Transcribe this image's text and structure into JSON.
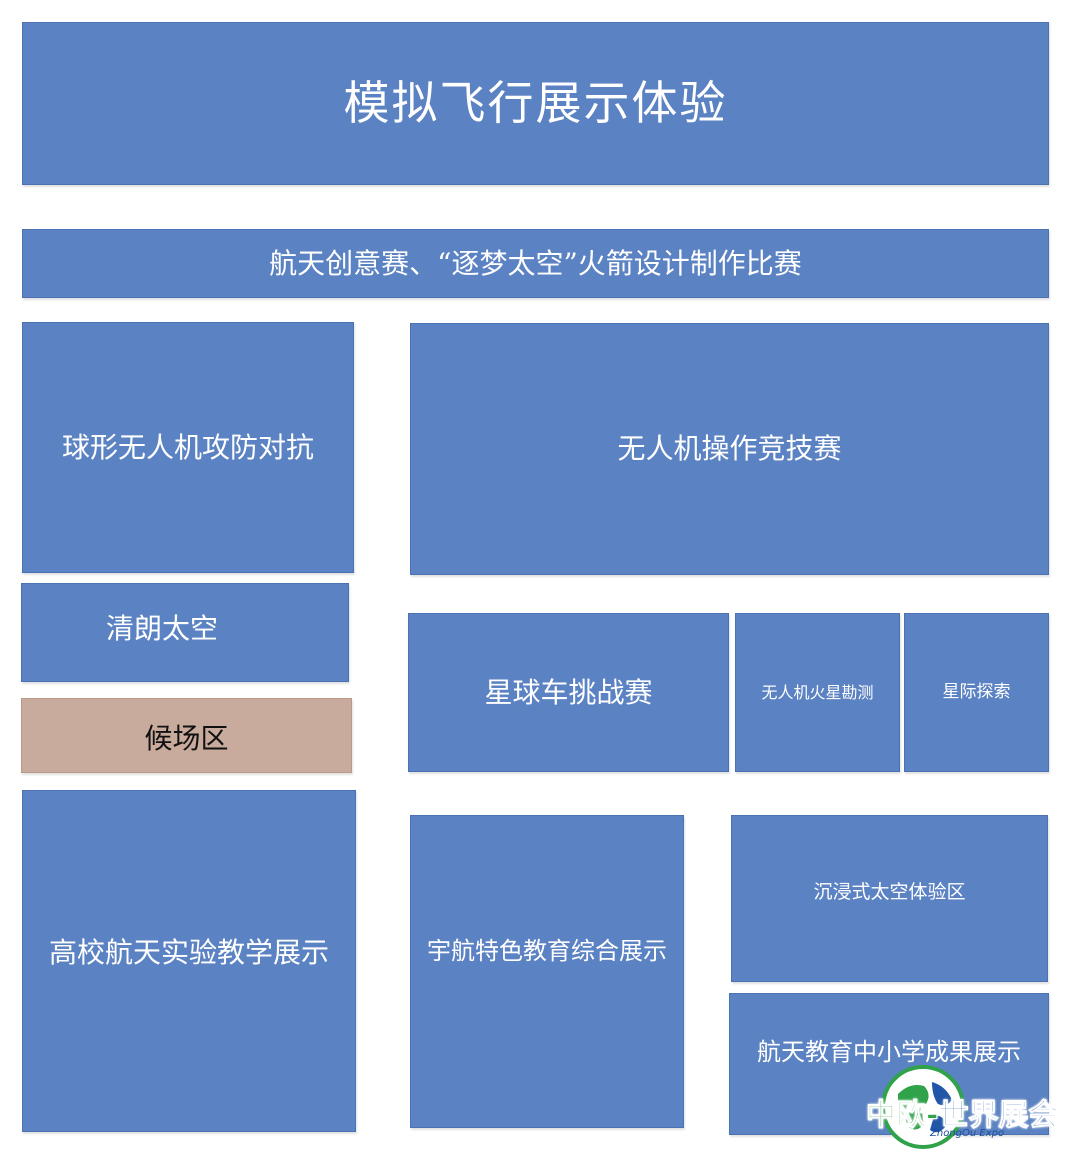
{
  "zones": {
    "title": "模拟飞行展示体验",
    "creative_contest": "航天创意赛、“逐梦太空”火箭设计制作比赛",
    "ball_drone": "球形无人机攻防对抗",
    "drone_contest": "无人机操作竞技赛",
    "clear_space": "清朗太空",
    "waiting_area": "候场区",
    "rover_challenge": "星球车挑战赛",
    "drone_mars": "无人机火星勘测",
    "interstellar": "星际探索",
    "university_exhibit": "高校航天实验教学展示",
    "astronaut_education": "宇航特色教育综合展示",
    "immersive_space": "沉浸式太空体验区",
    "school_achievements": "航天教育中小学成果展示"
  },
  "colors": {
    "zone_blue": "#5b82c2",
    "waiting_tan": "#c8ab9c",
    "logo_green": "#2fa24a",
    "logo_blue": "#2256a8"
  },
  "logo": {
    "icon": "globe-icon",
    "part1": "中欧",
    "separator": "-",
    "part2": "世界展会",
    "sub": "ZhongOu Expo"
  }
}
